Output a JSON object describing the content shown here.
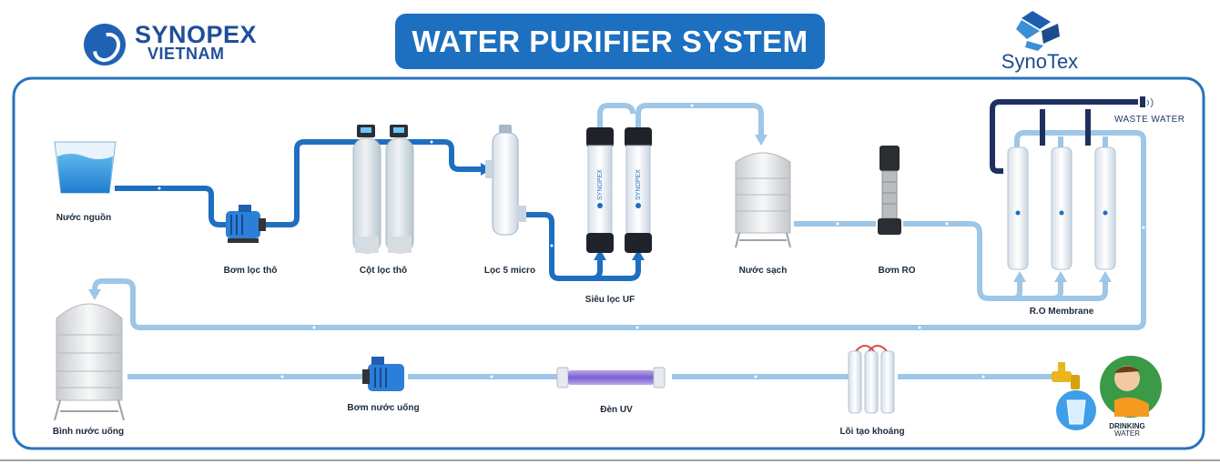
{
  "header": {
    "left_logo_line1": "SYNOPEX",
    "left_logo_line2": "VIETNAM",
    "title": "WATER PURIFIER SYSTEM",
    "right_logo": "SynoTex"
  },
  "components": {
    "source_water": "Nước nguồn",
    "coarse_pump": "Bơm lọc thô",
    "coarse_filter": "Cột lọc thô",
    "micro_filter": "Lọc 5 micro",
    "uf_filter": "Siêu lọc UF",
    "clean_water": "Nước sạch",
    "ro_pump": "Bơm RO",
    "ro_membrane": "R.O Membrane",
    "waste_water": "WASTE WATER",
    "drinking_tank": "Bình nước uống",
    "drinking_pump": "Bơm nước uống",
    "uv_lamp": "Đèn UV",
    "mineral_core": "Lõi tạo khoáng",
    "drinking_badge_line1": "DRINKING",
    "drinking_badge_line2": "WATER"
  },
  "cartridge_brand": "SYNOPEX",
  "colors": {
    "title_bg": "#1d6fc0",
    "pipe_dark": "#1e6fc0",
    "pipe_light": "#9ec6e6",
    "pipe_waste": "#1e3060",
    "frame": "#2873bd"
  }
}
